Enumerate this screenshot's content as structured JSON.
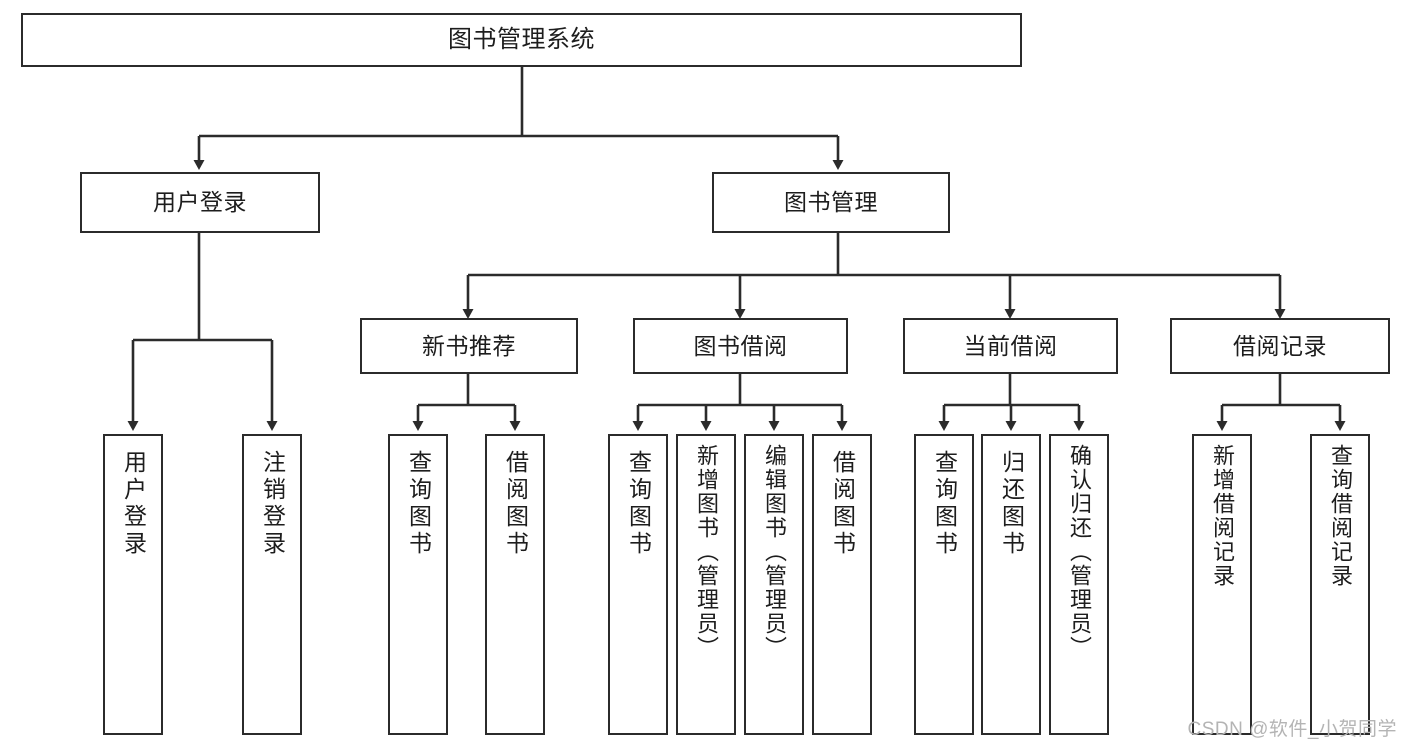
{
  "diagram": {
    "title": "图书管理系统",
    "type": "tree-hierarchy-diagram",
    "watermark": "CSDN @软件_小贺同学",
    "colors": {
      "box_border": "#2b2b2b",
      "box_fill": "#ffffff",
      "connector": "#2b2b2b",
      "text": "#1d1d1d",
      "watermark": "#b4b4b4",
      "page_background": "#ffffff"
    },
    "root": {
      "label": "图书管理系统"
    },
    "level2": [
      {
        "label": "用户登录"
      },
      {
        "label": "图书管理"
      }
    ],
    "level3": [
      {
        "label": "新书推荐"
      },
      {
        "label": "图书借阅"
      },
      {
        "label": "当前借阅"
      },
      {
        "label": "借阅记录"
      }
    ],
    "leaves": {
      "user_login": [
        {
          "label": "用户登录"
        },
        {
          "label": "注销登录"
        }
      ],
      "new_book_recommend": [
        {
          "label": "查询图书"
        },
        {
          "label": "借阅图书"
        }
      ],
      "book_borrow": [
        {
          "label": "查询图书"
        },
        {
          "label": "新增图书（管理员）"
        },
        {
          "label": "编辑图书（管理员）"
        },
        {
          "label": "借阅图书"
        }
      ],
      "current_borrow": [
        {
          "label": "查询图书"
        },
        {
          "label": "归还图书"
        },
        {
          "label": "确认归还（管理员）"
        }
      ],
      "borrow_record": [
        {
          "label": "新增借阅记录"
        },
        {
          "label": "查询借阅记录"
        }
      ]
    }
  }
}
